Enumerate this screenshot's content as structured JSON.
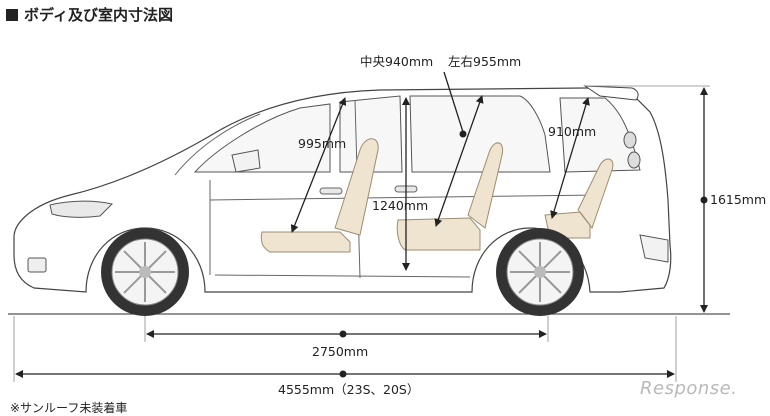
{
  "title": "ボディ及び室内寸法図",
  "labels": {
    "center_height": "中央940mm",
    "side_height": "左右955mm",
    "front_headroom": "995mm",
    "rear_headroom": "910mm",
    "interior_height": "1240mm",
    "overall_height": "1615mm",
    "wheelbase": "2750mm",
    "overall_length": "4555mm（23S、20S）"
  },
  "note": "※サンルーフ未装着車",
  "watermark": "Response."
}
